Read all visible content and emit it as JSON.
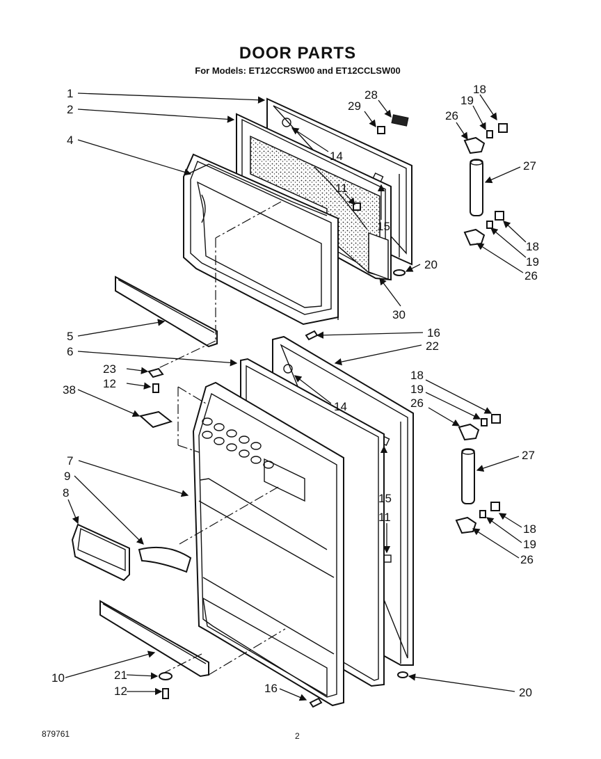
{
  "header": {
    "title": "DOOR PARTS",
    "subtitle": "For Models: ET12CCRSW00 and ET12CCLSW00"
  },
  "footer": {
    "diagram_number": "879761",
    "page_number": "2"
  },
  "callouts": {
    "c1": "1",
    "c2": "2",
    "c4": "4",
    "c5": "5",
    "c6": "6",
    "c7": "7",
    "c8": "8",
    "c9": "9",
    "c10": "10",
    "c11a": "11",
    "c11b": "11",
    "c12a": "12",
    "c12b": "12",
    "c14a": "14",
    "c14b": "14",
    "c15a": "15",
    "c15b": "15",
    "c16a": "16",
    "c16b": "16",
    "c18a": "18",
    "c18b": "18",
    "c18c": "18",
    "c18d": "18",
    "c19a": "19",
    "c19b": "19",
    "c19c": "19",
    "c19d": "19",
    "c20a": "20",
    "c20b": "20",
    "c21": "21",
    "c22": "22",
    "c23": "23",
    "c26a": "26",
    "c26b": "26",
    "c26c": "26",
    "c26d": "26",
    "c27a": "27",
    "c27b": "27",
    "c28": "28",
    "c29": "29",
    "c30": "30",
    "c38": "38"
  },
  "colors": {
    "ink": "#111111",
    "paper": "#ffffff"
  }
}
